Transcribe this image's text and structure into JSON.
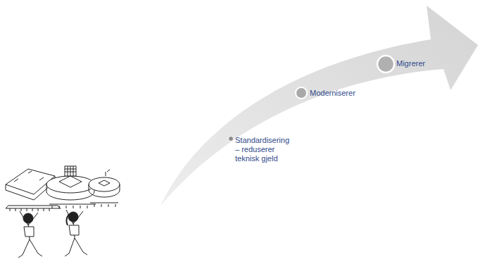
{
  "diagram": {
    "labels": [
      "Standardisering – reduserer teknisk gjeld",
      "Moderniserer",
      "Migrerer"
    ]
  }
}
